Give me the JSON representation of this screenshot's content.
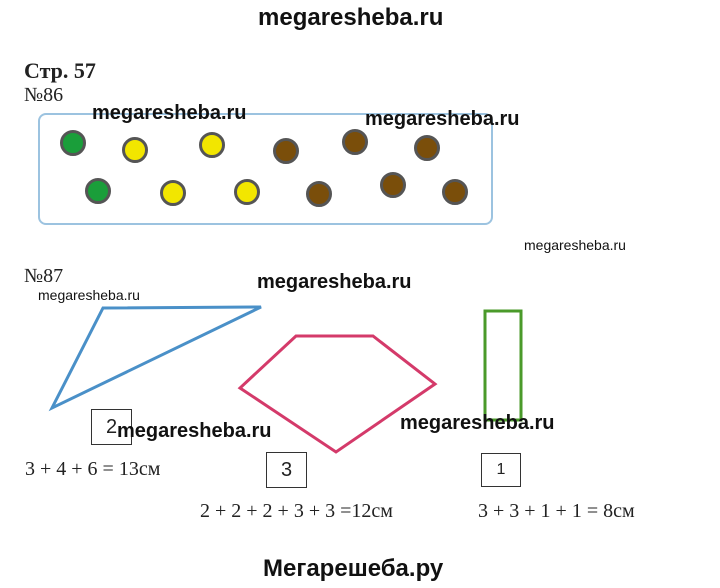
{
  "header": {
    "site_title": "megaresheba.ru"
  },
  "page": {
    "label": "Стр. 57"
  },
  "task86": {
    "label": "№86",
    "dots": [
      {
        "color": "#1a9e3a"
      },
      {
        "color": "#f2e600"
      },
      {
        "color": "#f2e600"
      },
      {
        "color": "#7a4e0a"
      },
      {
        "color": "#7a4e0a"
      },
      {
        "color": "#7a4e0a"
      },
      {
        "color": "#1a9e3a"
      },
      {
        "color": "#f2e600"
      },
      {
        "color": "#f2e600"
      },
      {
        "color": "#7a4e0a"
      },
      {
        "color": "#7a4e0a"
      },
      {
        "color": "#7a4e0a"
      }
    ]
  },
  "task87": {
    "label": "№87",
    "shapes": [
      {
        "name": "triangle",
        "color": "#4a90c8",
        "answer": "2",
        "formula": "3 + 4 + 6 = 13см"
      },
      {
        "name": "pentagon",
        "color": "#d43a6a",
        "answer": "3",
        "formula": "2 + 2 + 2 + 3 + 3 =12см"
      },
      {
        "name": "rectangle",
        "color": "#4a9a2a",
        "answer": "1",
        "formula": "3 + 3 + 1 + 1 = 8см"
      }
    ]
  },
  "watermarks": {
    "w1": "megaresheba.ru",
    "w2": "megaresheba.ru",
    "w3": "megaresheba.ru",
    "w4": "megaresheba.ru",
    "w5": "megaresheba.ru",
    "w6": "megaresheba.ru",
    "w7": "megaresheba.ru"
  },
  "footer": {
    "site_title": "Мегарешеба.ру"
  }
}
